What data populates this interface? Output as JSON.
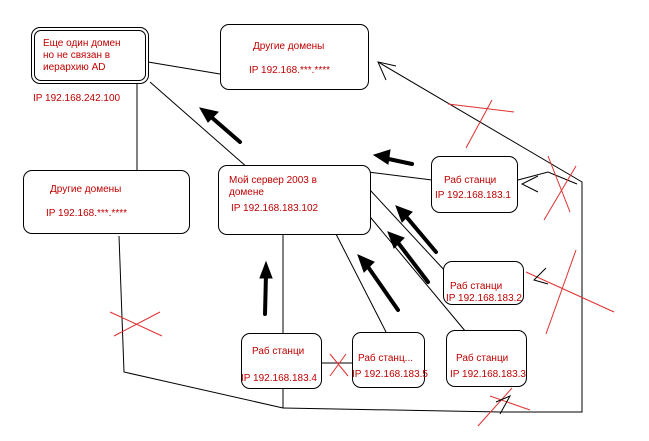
{
  "nodes": {
    "other_domain_ad": {
      "line1": "Еще один домен",
      "line2": "но не связан в",
      "line3": "иерархию AD",
      "ip": "IP 192.168.242.100"
    },
    "other_domains_top": {
      "title": "Другие домены",
      "ip": "IP 192.168.***.****"
    },
    "other_domains_left": {
      "title": "Другие домены",
      "ip": "IP 192.168.***.****"
    },
    "my_server": {
      "line1": "Мой сервер 2003 в",
      "line2": "домене",
      "ip": "IP 192.168.183.102"
    },
    "ws1": {
      "title": "Раб станци",
      "ip": "IP 192.168.183.1"
    },
    "ws2": {
      "title": "Раб станци",
      "ip": "IP 192.168.183.2"
    },
    "ws3": {
      "title": "Раб станци",
      "ip": "IP 192.168.183.3"
    },
    "ws4": {
      "title": "Раб станци",
      "ip": "IP 192.168.183.4"
    },
    "ws5": {
      "title": "Раб станц...",
      "ip": "IP 192.168.183.5"
    }
  },
  "colors": {
    "text": "#c00000",
    "lines": "#000000",
    "cross": "#e03030"
  }
}
